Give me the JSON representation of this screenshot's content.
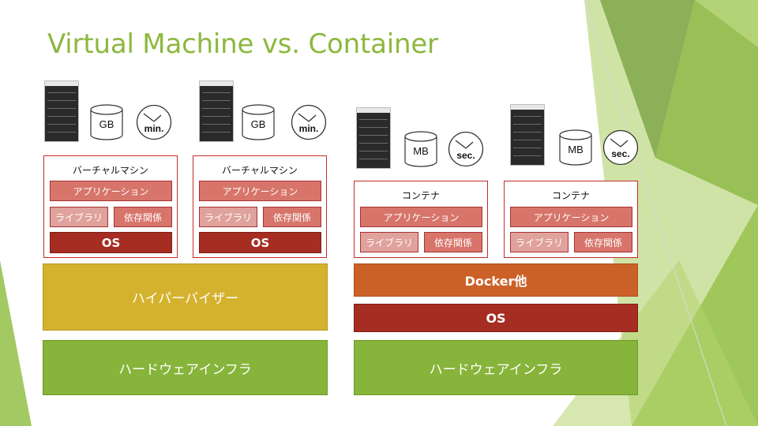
{
  "title": "Virtual Machine vs. Container",
  "vm_side": {
    "units": [
      {
        "size_label": "GB",
        "time_label": "min.",
        "box_label": "バーチャルマシン",
        "app": "アプリケーション",
        "lib": "ライブラリ",
        "dep": "依存関係",
        "os": "OS"
      },
      {
        "size_label": "GB",
        "time_label": "min.",
        "box_label": "バーチャルマシン",
        "app": "アプリケーション",
        "lib": "ライブラリ",
        "dep": "依存関係",
        "os": "OS"
      }
    ],
    "hypervisor": "ハイパーバイザー",
    "hardware": "ハードウェアインフラ"
  },
  "container_side": {
    "units": [
      {
        "size_label": "MB",
        "time_label": "sec.",
        "box_label": "コンテナ",
        "app": "アプリケーション",
        "lib": "ライブラリ",
        "dep": "依存関係"
      },
      {
        "size_label": "MB",
        "time_label": "sec.",
        "box_label": "コンテナ",
        "app": "アプリケーション",
        "lib": "ライブラリ",
        "dep": "依存関係"
      }
    ],
    "docker": "Docker他",
    "os": "OS",
    "hardware": "ハードウェアインフラ"
  },
  "colors": {
    "title": "#8cb83f",
    "box_border": "#c62a2a",
    "application": "#d7756b",
    "library": "#e0a29c",
    "os": "#a52d22",
    "hypervisor": "#d4b22e",
    "hardware": "#87b43a",
    "docker": "#cc6127"
  }
}
